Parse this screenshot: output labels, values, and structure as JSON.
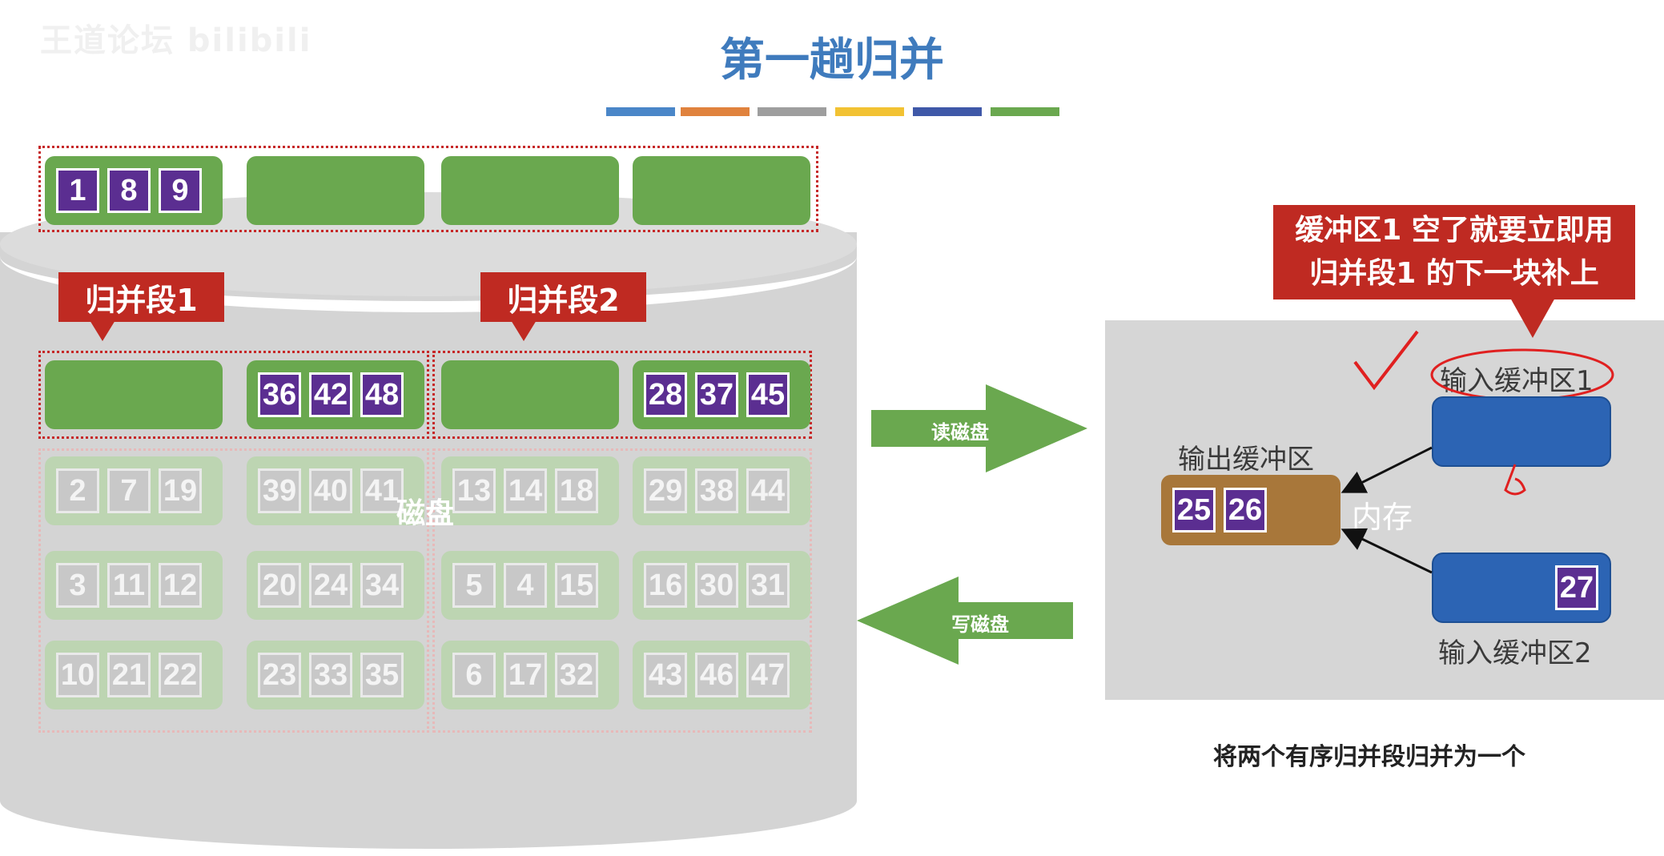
{
  "watermark": "王道论坛 bilibili",
  "title": "第一趟归并",
  "stripe_colors": [
    "#4a86c8",
    "#e0823d",
    "#9e9e9e",
    "#f2c233",
    "#3f58a8",
    "#6aa84f"
  ],
  "disk_label": "磁盘",
  "segment_labels": [
    "归并段1",
    "归并段2"
  ],
  "output_row": {
    "blocks": [
      [
        "1",
        "8",
        "9"
      ],
      [],
      [],
      []
    ]
  },
  "active_row": {
    "blocks": [
      [],
      [
        "36",
        "42",
        "48"
      ],
      [],
      [
        "28",
        "37",
        "45"
      ]
    ]
  },
  "faded_rows": [
    {
      "blocks": [
        [
          "2",
          "7",
          "19"
        ],
        [
          "39",
          "40",
          "41"
        ],
        [
          "13",
          "14",
          "18"
        ],
        [
          "29",
          "38",
          "44"
        ]
      ]
    },
    {
      "blocks": [
        [
          "3",
          "11",
          "12"
        ],
        [
          "20",
          "24",
          "34"
        ],
        [
          "5",
          "4",
          "15"
        ],
        [
          "16",
          "30",
          "31"
        ]
      ]
    },
    {
      "blocks": [
        [
          "10",
          "21",
          "22"
        ],
        [
          "23",
          "33",
          "35"
        ],
        [
          "6",
          "17",
          "32"
        ],
        [
          "43",
          "46",
          "47"
        ]
      ]
    }
  ],
  "arrows": {
    "read": "读磁盘",
    "write": "写磁盘"
  },
  "note": {
    "line1": "缓冲区1 空了就要立即用",
    "line2": "归并段1 的下一块补上"
  },
  "memory": {
    "label": "内存",
    "output_buffer": {
      "label": "输出缓冲区",
      "values": [
        "25",
        "26"
      ]
    },
    "input_buffer_1": {
      "label": "输入缓冲区1",
      "values": []
    },
    "input_buffer_2": {
      "label": "输入缓冲区2",
      "values": [
        "27"
      ]
    }
  },
  "caption": "将两个有序归并段归并为一个"
}
